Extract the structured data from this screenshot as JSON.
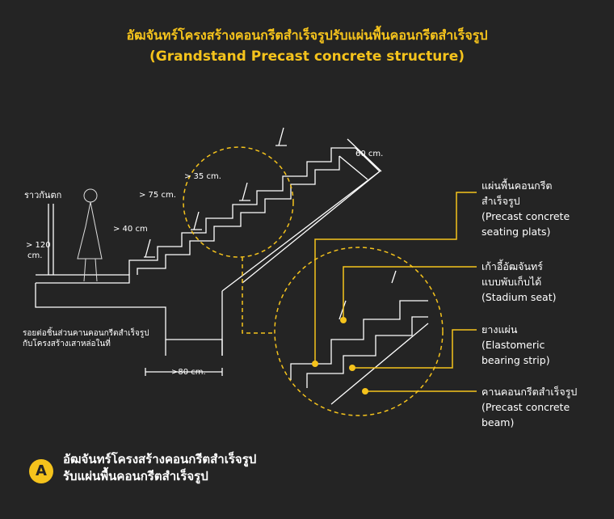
{
  "title_th": "อัฒจันทร์โครงสร้างคอนกรีตสำเร็จรูปรับแผ่นพื้นคอนกรีตสำเร็จรูป",
  "title_en": "(Grandstand Precast concrete structure)",
  "dimensions": {
    "railing": "ราวกันตก",
    "h120": "> 120",
    "h120_unit": "cm.",
    "d75": "> 75 cm.",
    "d40": "> 40 cm",
    "d35": "> 35 cm.",
    "d60": "60 cm.",
    "d80": ">80 cm.",
    "joint_line1": "รอยต่อชิ้นส่วนคานคอนกรีตสำเร็จรูป",
    "joint_line2": "กับโครงสร้างเสาหล่อในที่"
  },
  "callouts": [
    {
      "lines": [
        "แผ่นพื้นคอนกรีต",
        "สำเร็จรูป",
        "(Precast concrete",
        "seating plats)"
      ]
    },
    {
      "lines": [
        "เก้าอี้อัฒจันทร์",
        "แบบพับเก็บได้",
        "(Stadium seat)"
      ]
    },
    {
      "lines": [
        "ยางแผ่น",
        "(Elastomeric",
        "bearing strip)"
      ]
    },
    {
      "lines": [
        "คานคอนกรีตสำเร็จรูป",
        "(Precast concrete",
        "beam)"
      ]
    }
  ],
  "badge": "A",
  "caption_line1": "อัฒจันทร์โครงสร้างคอนกรีตสำเร็จรูป",
  "caption_line2": "รับแผ่นพื้นคอนกรีตสำเร็จรูป",
  "colors": {
    "background": "#242424",
    "accent": "#f5c31c",
    "line": "#ffffff"
  }
}
